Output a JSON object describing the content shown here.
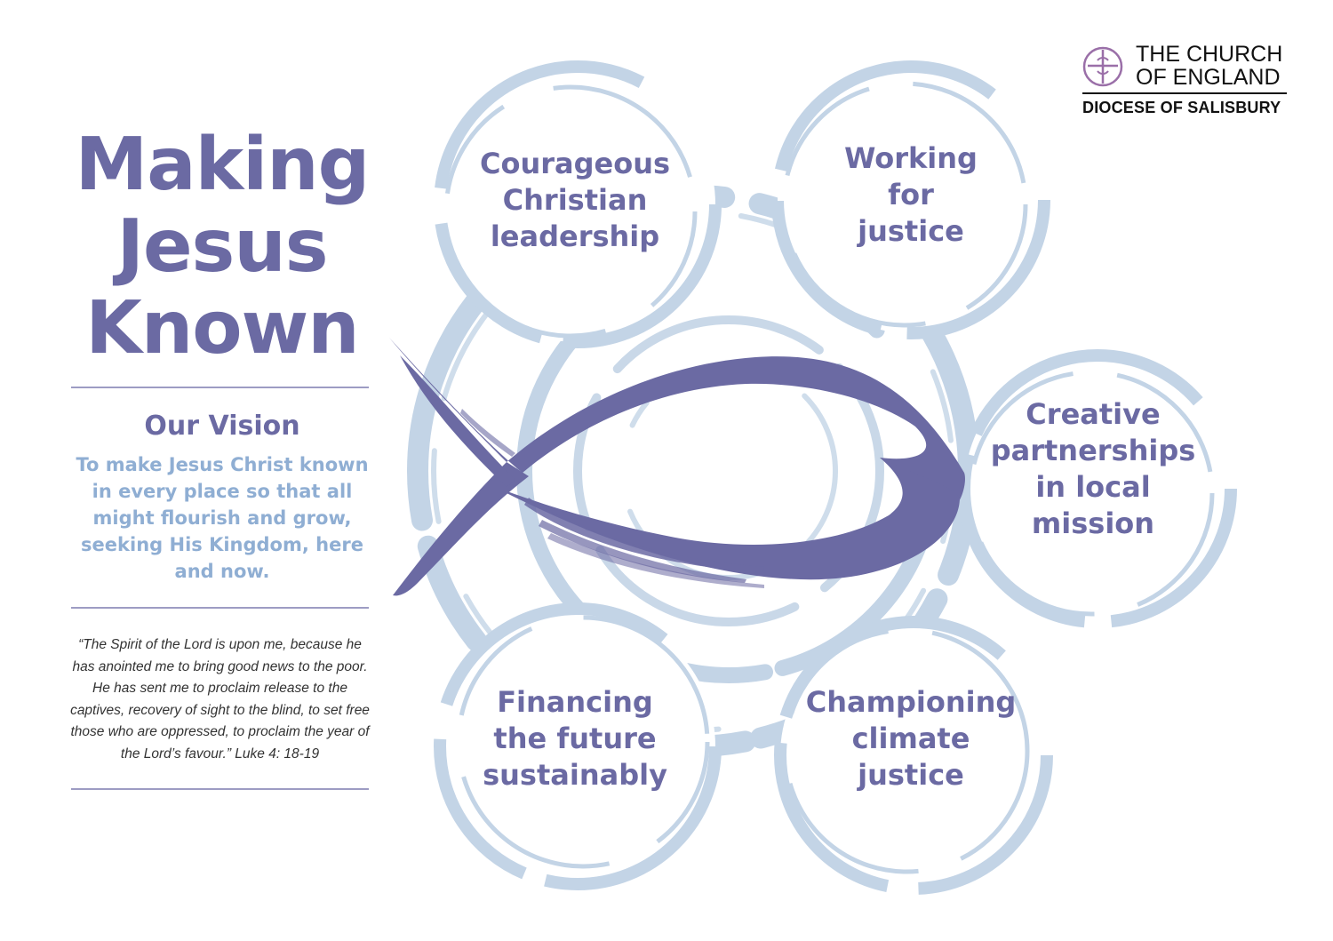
{
  "title": {
    "line1": "Making",
    "line2": "Jesus",
    "line3": "Known"
  },
  "vision": {
    "heading": "Our Vision",
    "text": "To make Jesus Christ known in every place so that all might flourish and grow, seeking His Kingdom, here and now."
  },
  "quote": "“The Spirit of the Lord is upon me, because he has anointed me to bring good news to the poor. He has sent me to proclaim release to the captives, recovery of sight to the blind, to set free those who are oppressed, to proclaim the year of the Lord’s favour.” Luke 4: 18-19",
  "logo": {
    "line1": "THE CHURCH",
    "line2": "OF ENGLAND",
    "line3": "DIOCESE OF SALISBURY"
  },
  "priorities": [
    {
      "line1": "Courageous",
      "line2": "Christian",
      "line3": "leadership"
    },
    {
      "line1": "Working",
      "line2": "for",
      "line3": "justice"
    },
    {
      "line1": "Creative",
      "line2": "partnerships",
      "line3": "in local",
      "line4": "mission"
    },
    {
      "line1": "Financing",
      "line2": "the future",
      "line3": "sustainably"
    },
    {
      "line1": "Championing",
      "line2": "climate",
      "line3": "justice"
    }
  ],
  "colors": {
    "primary": "#6b6aa3",
    "secondary": "#8faed3",
    "ring": "#c3d4e6"
  },
  "icons": [
    "fish-icon",
    "church-of-england-logo-icon"
  ]
}
